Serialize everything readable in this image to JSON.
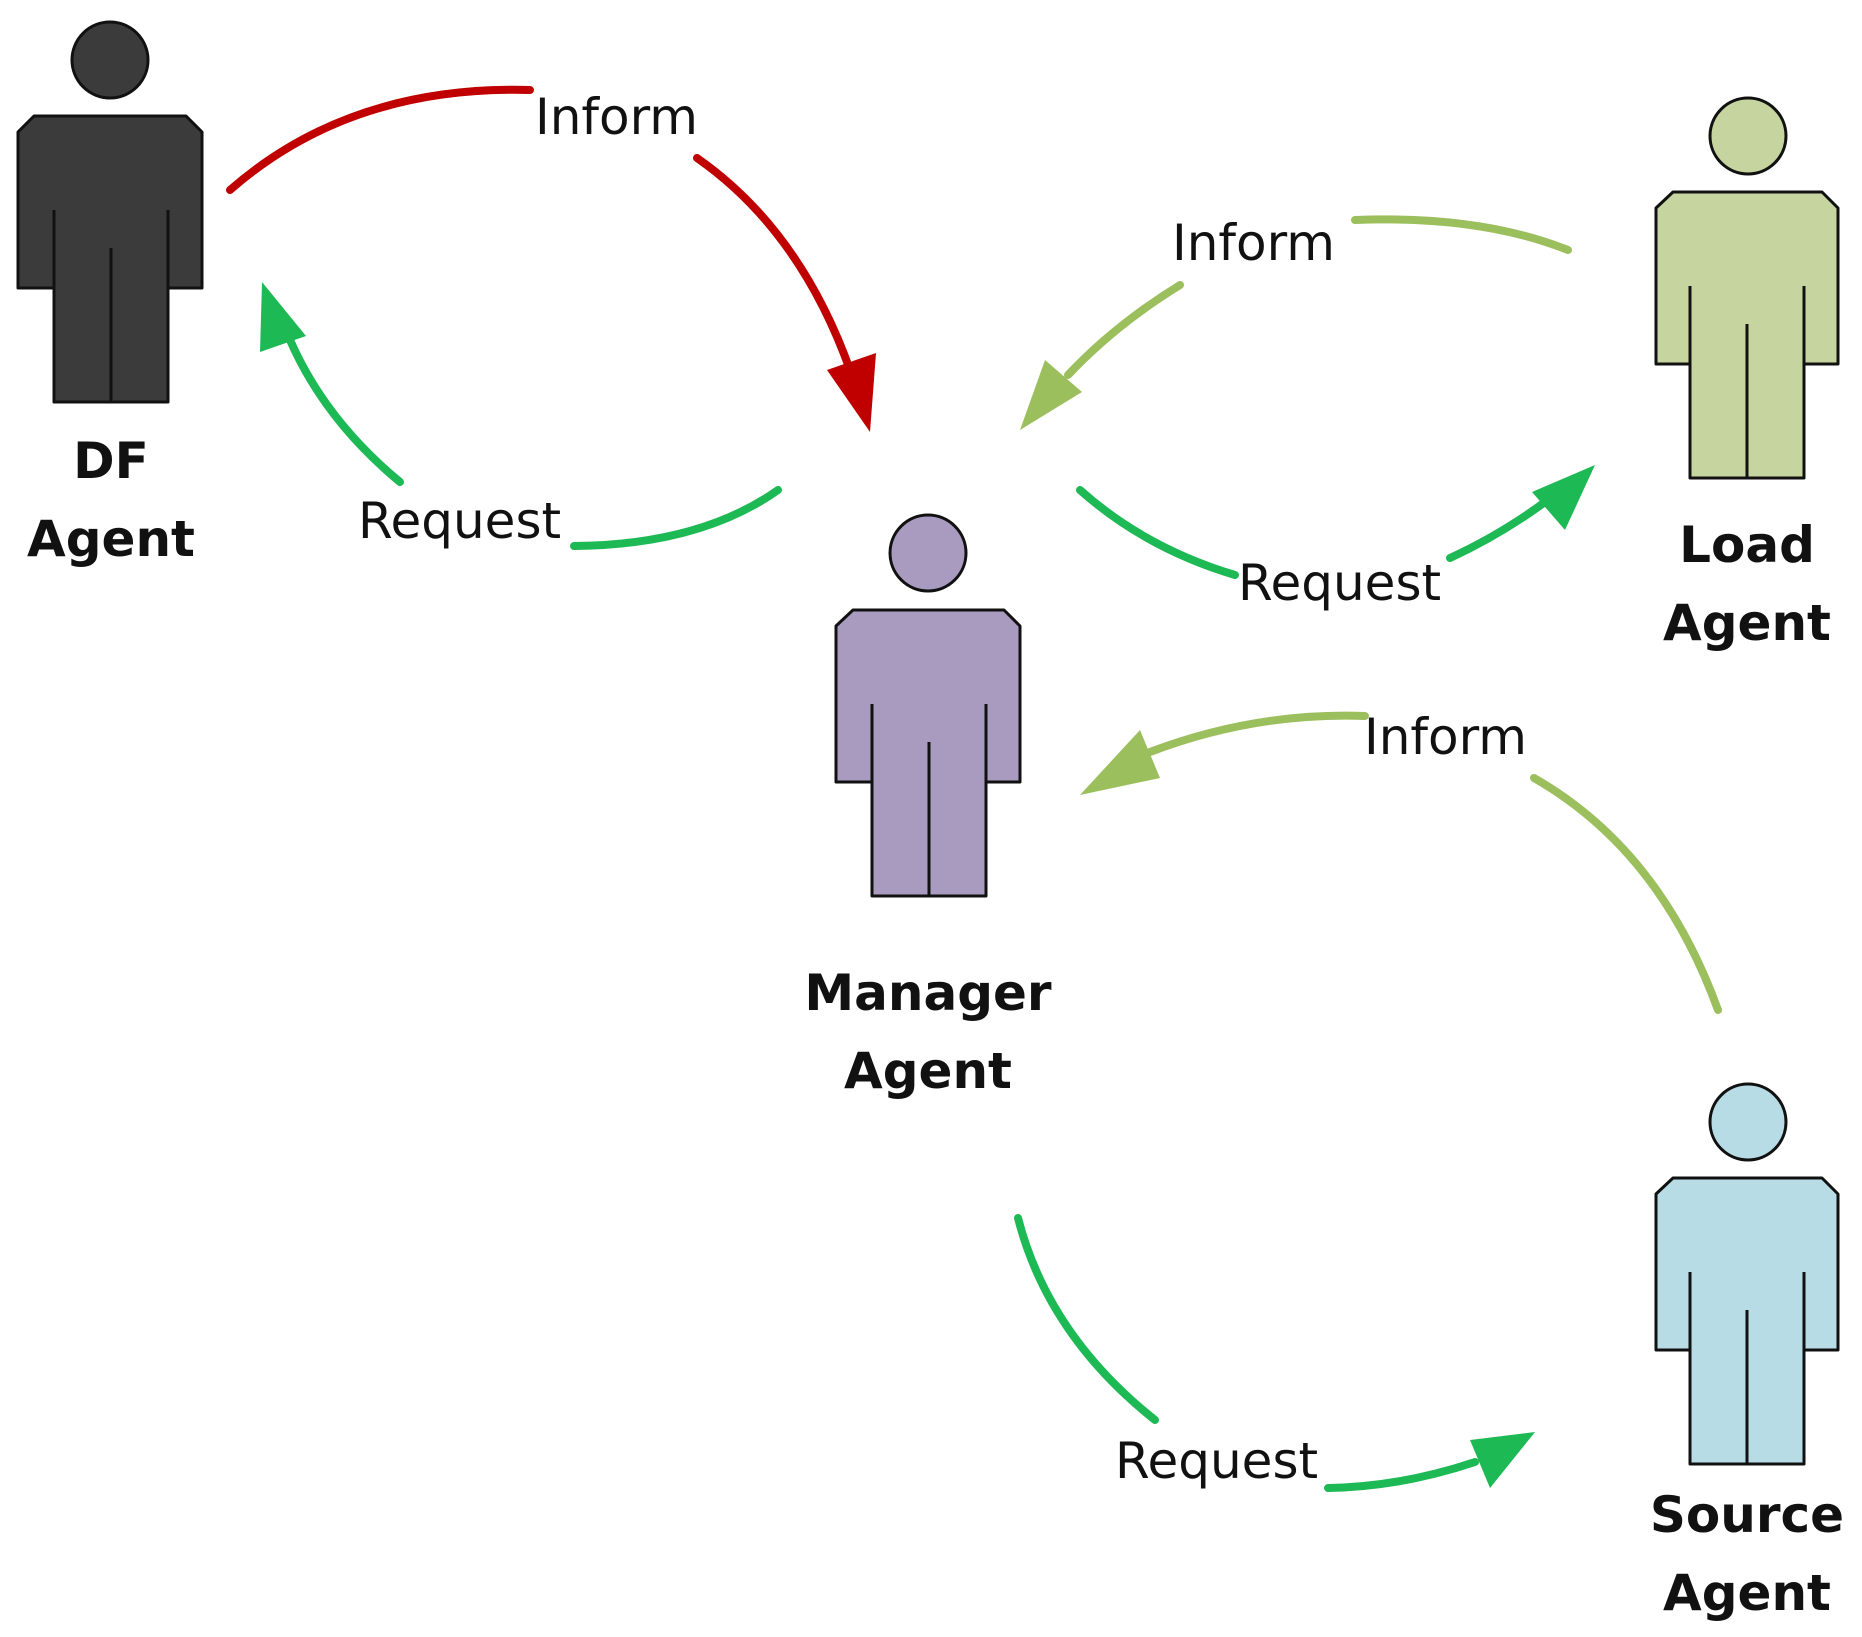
{
  "agents": {
    "df": {
      "line1": "DF",
      "line2": "Agent",
      "color": "#3b3b3b"
    },
    "manager": {
      "line1": "Manager",
      "line2": "Agent",
      "color": "#a99bbf"
    },
    "load": {
      "line1": "Load",
      "line2": "Agent",
      "color": "#c6d5a0"
    },
    "source": {
      "line1": "Source",
      "line2": "Agent",
      "color": "#b7dce6"
    }
  },
  "messages": {
    "df_inform": "Inform",
    "df_request": "Request",
    "load_inform": "Inform",
    "load_request": "Request",
    "source_inform": "Inform",
    "source_request": "Request"
  },
  "colors": {
    "inform_df": "#c00000",
    "request": "#1db954",
    "inform_light": "#9cbf5e"
  }
}
